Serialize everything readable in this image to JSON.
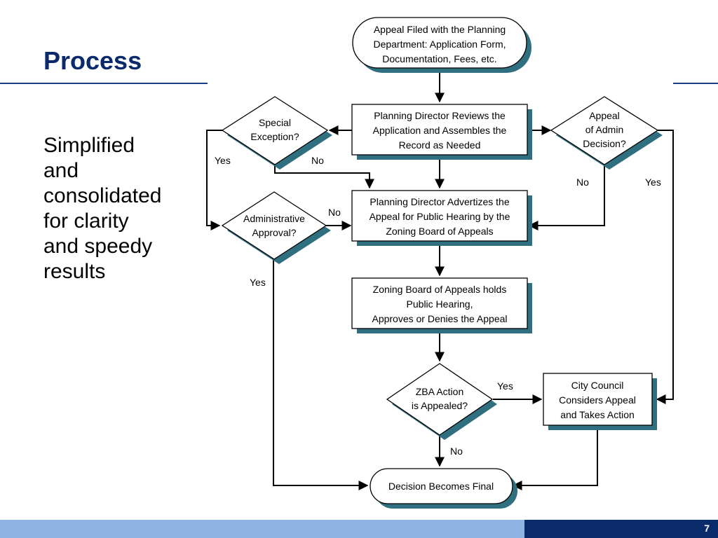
{
  "slide": {
    "title": "Process",
    "body_lines": [
      "Simplified",
      "and",
      "consolidated",
      "for clarity",
      "and speedy",
      "results"
    ],
    "page_number": "7"
  },
  "colors": {
    "title": "#0b2a6b",
    "rule": "#1b3f86",
    "shadow": "#2f6f80",
    "footer_light": "#8fb4e3",
    "footer_dark": "#0b2a6b"
  },
  "flowchart": {
    "nodes": {
      "appeal_filed": [
        "Appeal Filed with the Planning",
        "Department: Application Form,",
        "Documentation, Fees, etc."
      ],
      "director_reviews": [
        "Planning Director Reviews the",
        "Application and Assembles the",
        "Record as Needed"
      ],
      "special_exception": [
        "Special",
        "Exception?"
      ],
      "appeal_admin": [
        "Appeal",
        "of Admin",
        "Decision?"
      ],
      "director_advertizes": [
        "Planning Director Advertizes the",
        "Appeal for Public Hearing by the",
        "Zoning Board of Appeals"
      ],
      "admin_approval": [
        "Administrative",
        "Approval?"
      ],
      "zba_hearing": [
        "Zoning Board of Appeals holds",
        "Public Hearing,",
        "Approves or Denies the Appeal"
      ],
      "zba_appealed": [
        "ZBA Action",
        "is Appealed?"
      ],
      "city_council": [
        "City Council",
        "Considers Appeal",
        "and Takes Action"
      ],
      "decision_final": [
        "Decision Becomes Final"
      ]
    },
    "edge_labels": {
      "special_yes": "Yes",
      "special_no": "No",
      "admin_decision_no": "No",
      "admin_decision_yes": "Yes",
      "admin_approval_no": "No",
      "admin_approval_yes": "Yes",
      "zba_yes": "Yes",
      "zba_no": "No"
    }
  }
}
